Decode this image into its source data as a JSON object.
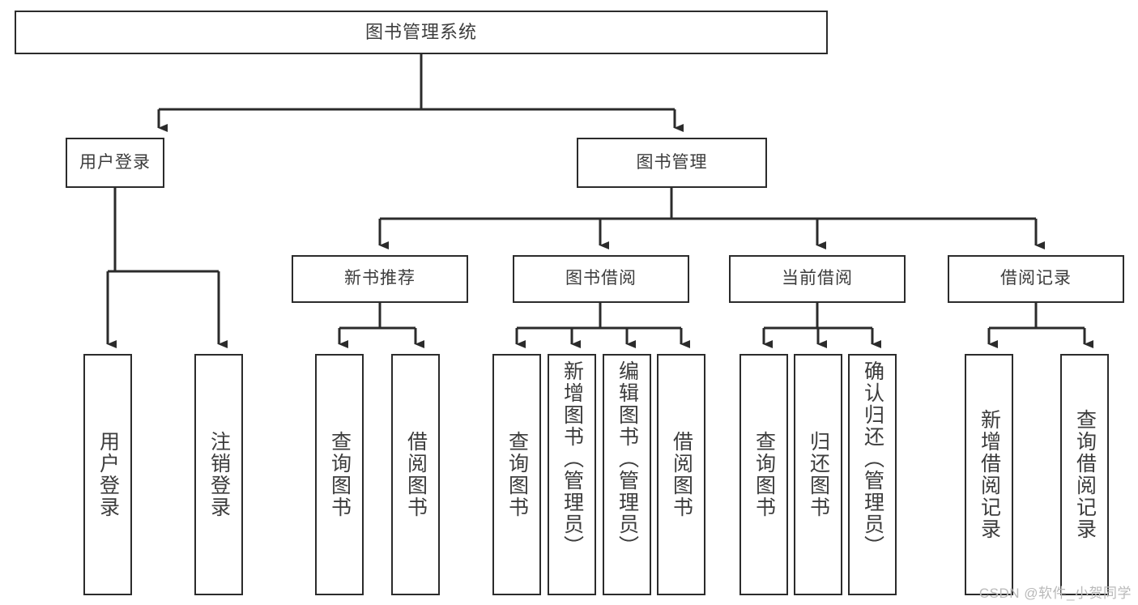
{
  "diagram": {
    "title": "图书管理系统",
    "type": "tree-hierarchy",
    "watermark": "CSDN @软件_小贺同学",
    "colors": {
      "box_border": "#2b2b2b",
      "box_fill": "#ffffff",
      "edge": "#2b2b2b",
      "text": "#3c3c3c",
      "watermark": "#b9b9b9",
      "background": "#ffffff"
    },
    "root": {
      "label": "图书管理系统"
    },
    "level2": [
      {
        "label": "用户登录"
      },
      {
        "label": "图书管理"
      }
    ],
    "level3": [
      {
        "label": "新书推荐"
      },
      {
        "label": "图书借阅"
      },
      {
        "label": "当前借阅"
      },
      {
        "label": "借阅记录"
      }
    ],
    "leaves": {
      "user_login": [
        {
          "label": "用户登录"
        },
        {
          "label": "注销登录"
        }
      ],
      "new_book": [
        {
          "label": "查询图书"
        },
        {
          "label": "借阅图书"
        }
      ],
      "book_borrow": [
        {
          "label": "查询图书"
        },
        {
          "label": "新增图书（管理员）"
        },
        {
          "label": "编辑图书（管理员）"
        },
        {
          "label": "借阅图书"
        }
      ],
      "current_borrow": [
        {
          "label": "查询图书"
        },
        {
          "label": "归还图书"
        },
        {
          "label": "确认归还（管理员）"
        }
      ],
      "borrow_record": [
        {
          "label": "新增借阅记录"
        },
        {
          "label": "查询借阅记录"
        }
      ]
    }
  }
}
